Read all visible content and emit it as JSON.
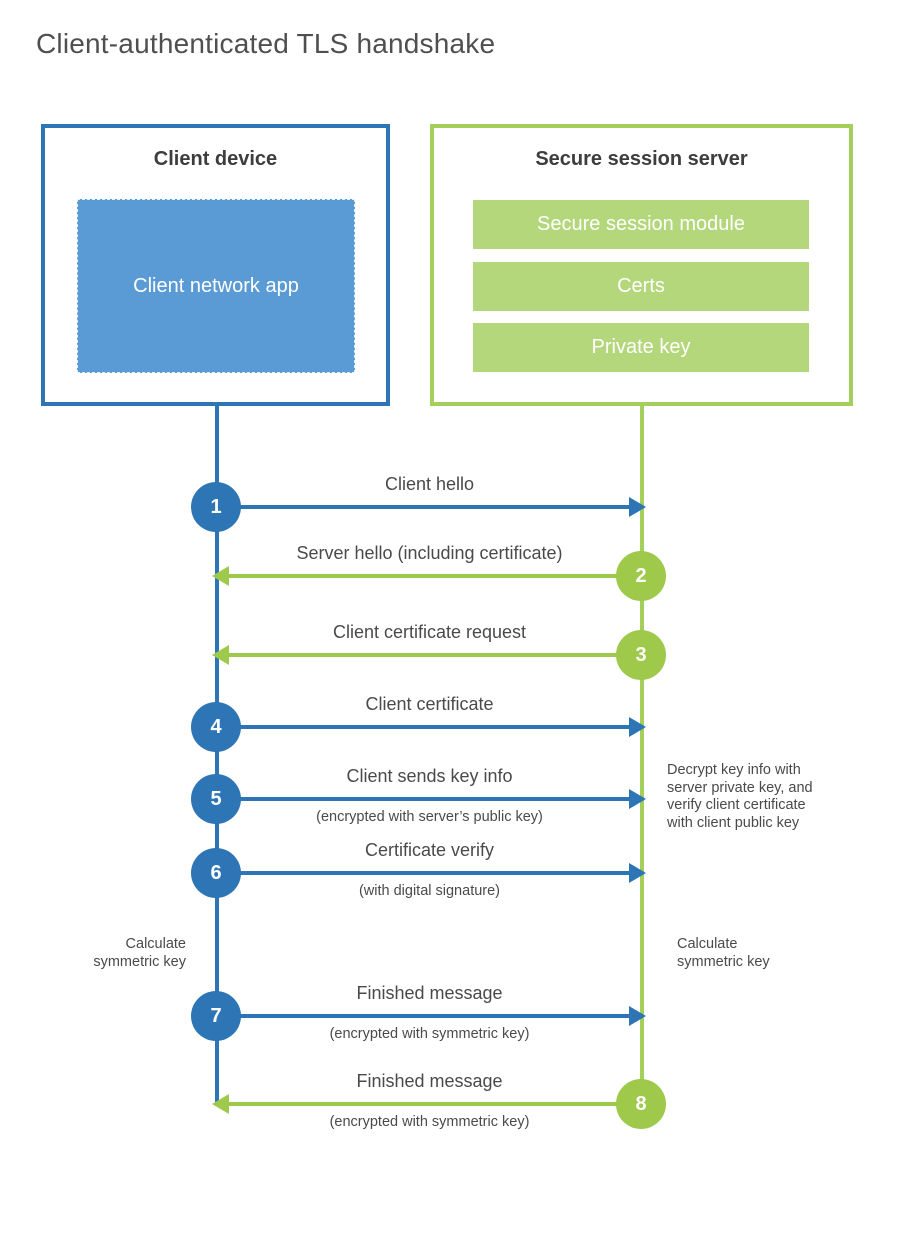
{
  "title": "Client-authenticated TLS handshake",
  "colors": {
    "blue_line": "#2e75b6",
    "blue_fill": "#5b9bd5",
    "green_line": "#a4cf5c",
    "green_circle": "#9ec94b",
    "green_fill": "#b4d77c",
    "text": "#4a4a4a"
  },
  "client": {
    "heading": "Client device",
    "app_label": "Client network app"
  },
  "server": {
    "heading": "Secure session server",
    "modules": [
      "Secure session module",
      "Certs",
      "Private key"
    ]
  },
  "messages": [
    {
      "step": "1",
      "label": "Client hello",
      "sublabel": "",
      "direction": "client-to-server"
    },
    {
      "step": "2",
      "label": "Server hello (including certificate)",
      "sublabel": "",
      "direction": "server-to-client"
    },
    {
      "step": "3",
      "label": "Client certificate request",
      "sublabel": "",
      "direction": "server-to-client"
    },
    {
      "step": "4",
      "label": "Client certificate",
      "sublabel": "",
      "direction": "client-to-server"
    },
    {
      "step": "5",
      "label": "Client sends key info",
      "sublabel": "(encrypted with server’s public key)",
      "direction": "client-to-server"
    },
    {
      "step": "6",
      "label": "Certificate verify",
      "sublabel": "(with digital signature)",
      "direction": "client-to-server"
    },
    {
      "step": "7",
      "label": "Finished message",
      "sublabel": "(encrypted with symmetric key)",
      "direction": "client-to-server"
    },
    {
      "step": "8",
      "label": "Finished message",
      "sublabel": "(encrypted with symmetric key)",
      "direction": "server-to-client"
    }
  ],
  "notes": {
    "decrypt": "Decrypt key info with server private key, and verify client certificate with client public key",
    "calculate_left": "Calculate symmetric key",
    "calculate_right": "Calculate symmetric key"
  }
}
